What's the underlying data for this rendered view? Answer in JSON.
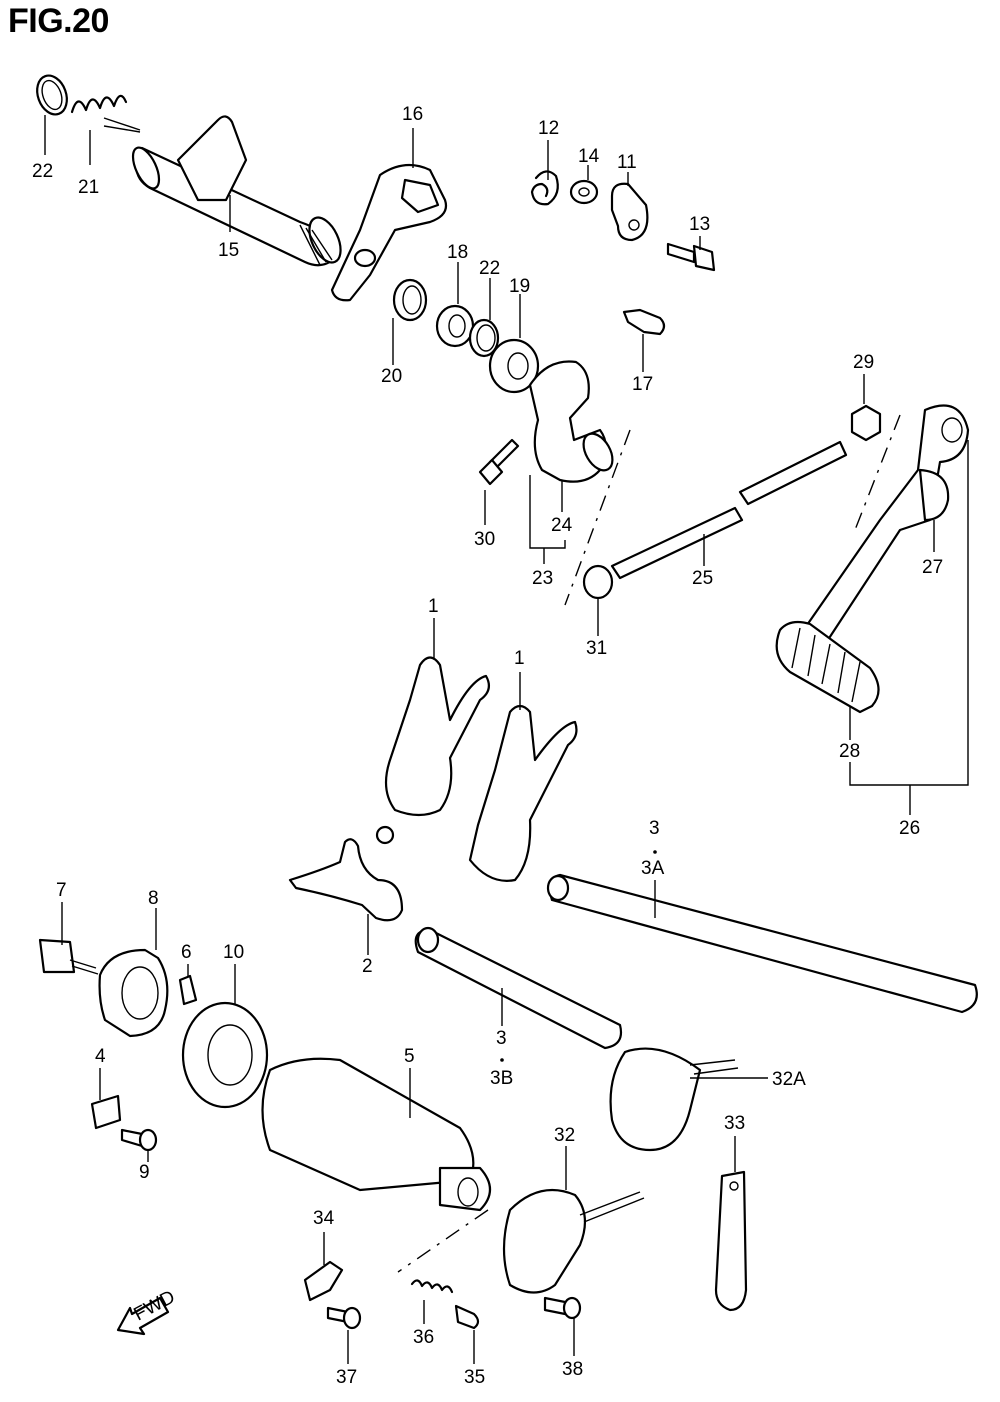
{
  "figure": {
    "title": "FIG.20",
    "fwd_label": "FWD"
  },
  "callouts": [
    {
      "id": "22",
      "text": "22"
    },
    {
      "id": "21",
      "text": "21"
    },
    {
      "id": "16",
      "text": "16"
    },
    {
      "id": "15",
      "text": "15"
    },
    {
      "id": "12",
      "text": "12"
    },
    {
      "id": "14",
      "text": "14"
    },
    {
      "id": "11",
      "text": "11"
    },
    {
      "id": "13",
      "text": "13"
    },
    {
      "id": "18",
      "text": "18"
    },
    {
      "id": "22b",
      "text": "22"
    },
    {
      "id": "19",
      "text": "19"
    },
    {
      "id": "20",
      "text": "20"
    },
    {
      "id": "17",
      "text": "17"
    },
    {
      "id": "29",
      "text": "29"
    },
    {
      "id": "30",
      "text": "30"
    },
    {
      "id": "24",
      "text": "24"
    },
    {
      "id": "23",
      "text": "23"
    },
    {
      "id": "25",
      "text": "25"
    },
    {
      "id": "27",
      "text": "27"
    },
    {
      "id": "31",
      "text": "31"
    },
    {
      "id": "1a",
      "text": "1"
    },
    {
      "id": "1b",
      "text": "1"
    },
    {
      "id": "28",
      "text": "28"
    },
    {
      "id": "26",
      "text": "26"
    },
    {
      "id": "3a",
      "text": "3"
    },
    {
      "id": "3A",
      "text": "3A"
    },
    {
      "id": "7",
      "text": "7"
    },
    {
      "id": "8",
      "text": "8"
    },
    {
      "id": "6",
      "text": "6"
    },
    {
      "id": "10",
      "text": "10"
    },
    {
      "id": "2",
      "text": "2"
    },
    {
      "id": "3b",
      "text": "3"
    },
    {
      "id": "3B",
      "text": "3B"
    },
    {
      "id": "4",
      "text": "4"
    },
    {
      "id": "5",
      "text": "5"
    },
    {
      "id": "32A",
      "text": "32A"
    },
    {
      "id": "9",
      "text": "9"
    },
    {
      "id": "32",
      "text": "32"
    },
    {
      "id": "33",
      "text": "33"
    },
    {
      "id": "34",
      "text": "34"
    },
    {
      "id": "36",
      "text": "36"
    },
    {
      "id": "37",
      "text": "37"
    },
    {
      "id": "35",
      "text": "35"
    },
    {
      "id": "38",
      "text": "38"
    }
  ]
}
